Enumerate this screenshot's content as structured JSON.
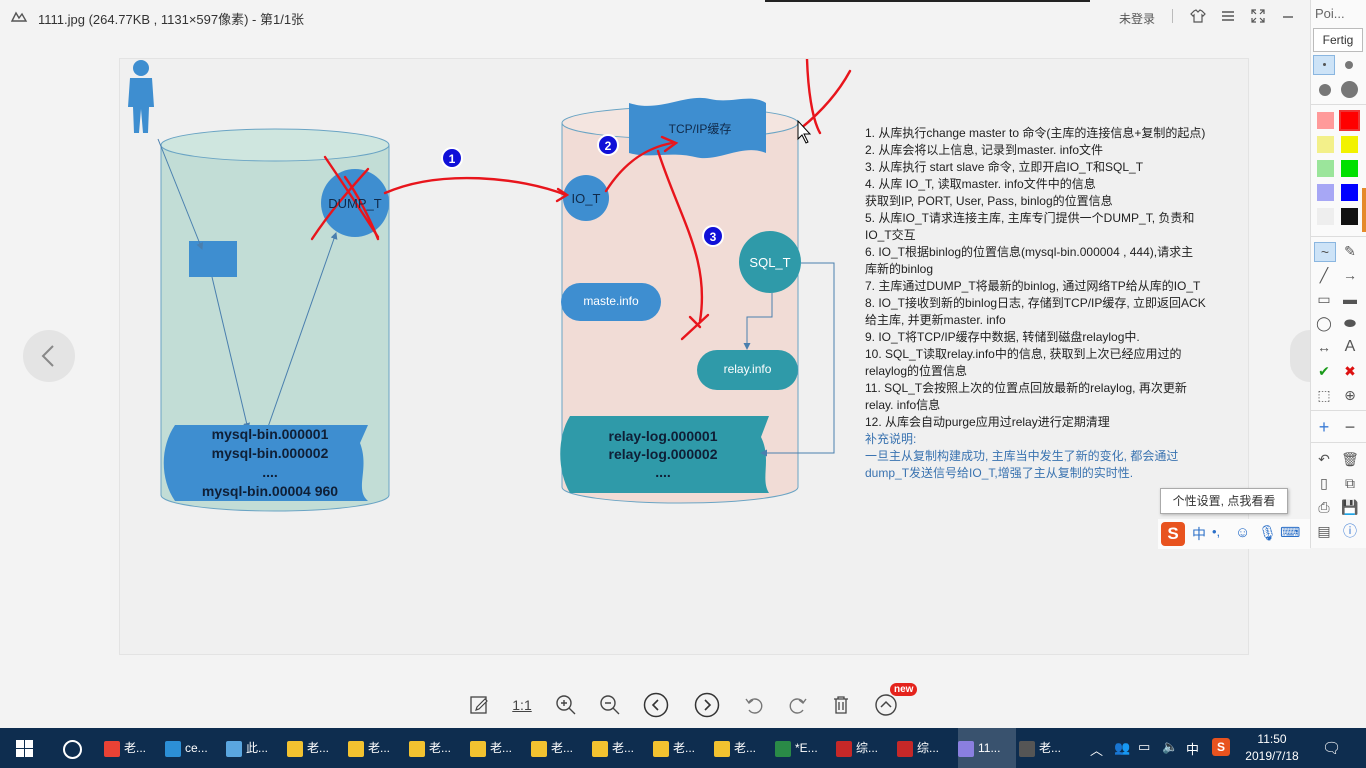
{
  "window": {
    "title": "1111.jpg (264.77KB , 1131×597像素) - 第1/1张",
    "login_label": "未登录",
    "icons": [
      "shirt-icon",
      "menu-icon",
      "fullscreen-icon",
      "minimize-icon"
    ]
  },
  "diagram": {
    "master_binlog": [
      "mysql-bin.000001",
      "mysql-bin.000002",
      "....",
      "mysql-bin.00004  960"
    ],
    "dump_thread": "DUMP_T",
    "io_thread": "IO_T",
    "tcp_cache": "TCP/IP缓存",
    "sql_thread": "SQL_T",
    "master_info": "maste.info",
    "relay_info": "relay.info",
    "relay_logs": [
      "relay-log.000001",
      "relay-log.000002",
      "...."
    ],
    "markers": [
      "1",
      "2",
      "3"
    ],
    "colors": {
      "master_body": "#c2ddd6",
      "slave_body": "#f1dcd6",
      "blue": "#3f8fd0",
      "teal": "#2f9aa9",
      "annotation": "#e8151c",
      "marker": "#1010d8"
    }
  },
  "steps": [
    "1. 从库执行change master to 命令(主库的连接信息+复制的起点)",
    "2. 从库会将以上信息, 记录到master. info文件",
    "3. 从库执行  start  slave  命令, 立即开启IO_T和SQL_T",
    "4.   从库  IO_T, 读取master. info文件中的信息",
    "获取到IP, PORT, User, Pass, binlog的位置信息",
    "5.   从库IO_T请求连接主库, 主库专门提供一个DUMP_T, 负责和",
    "IO_T交互",
    "6.   IO_T根据binlog的位置信息(mysql-bin.000004 , 444),请求主",
    "库新的binlog",
    "7. 主库通过DUMP_T将最新的binlog, 通过网络TP给从库的IO_T",
    "8.   IO_T接收到新的binlog日志, 存储到TCP/IP缓存, 立即返回ACK",
    "给主库, 并更新master. info",
    "9. IO_T将TCP/IP缓存中数据, 转储到磁盘relaylog中.",
    "10.    SQL_T读取relay.info中的信息, 获取到上次已经应用过的",
    "relaylog的位置信息",
    "11.    SQL_T会按照上次的位置点回放最新的relaylog, 再次更新",
    "relay. info信息",
    "12.    从库会自动purge应用过relay进行定期清理"
  ],
  "note": [
    "补充说明:",
    "一旦主从复制构建成功, 主库当中发生了新的变化, 都会通过",
    "dump_T发送信号给IO_T,增强了主从复制的实时性."
  ],
  "viewer_toolbar": {
    "actual_size_label": "1:1",
    "badge": "new",
    "icons": [
      "edit-icon",
      "zoom-in-icon",
      "zoom-out-icon",
      "previous-icon",
      "next-icon",
      "rotate-left-icon",
      "rotate-right-icon",
      "delete-icon",
      "upload-icon"
    ]
  },
  "paint_panel": {
    "title": "Poi...",
    "done_label": "Fertig",
    "palette": [
      "#ff9a9a",
      "#ff0000",
      "#f3f08a",
      "#f2f200",
      "#9be59b",
      "#00e000",
      "#a7a7f5",
      "#0000ff",
      "#eeeeee",
      "#111111"
    ]
  },
  "tooltip": "个性设置, 点我看看",
  "ime": {
    "lang": "中",
    "punct": "•,"
  },
  "taskbar": {
    "items": [
      {
        "label": "老...",
        "icon": "chrome-icon",
        "color": "#e94235"
      },
      {
        "label": "ce...",
        "icon": "terminal-icon",
        "color": "#2c8fd6"
      },
      {
        "label": "此...",
        "icon": "computer-icon",
        "color": "#5aa6e0"
      },
      {
        "label": "老...",
        "icon": "folder-icon",
        "color": "#f2c230"
      },
      {
        "label": "老...",
        "icon": "folder-icon",
        "color": "#f2c230"
      },
      {
        "label": "老...",
        "icon": "folder-icon",
        "color": "#f2c230"
      },
      {
        "label": "老...",
        "icon": "folder-icon",
        "color": "#f2c230"
      },
      {
        "label": "老...",
        "icon": "folder-icon",
        "color": "#f2c230"
      },
      {
        "label": "老...",
        "icon": "folder-icon",
        "color": "#f2c230"
      },
      {
        "label": "老...",
        "icon": "folder-icon",
        "color": "#f2c230"
      },
      {
        "label": "老...",
        "icon": "folder-icon",
        "color": "#f2c230"
      },
      {
        "label": "*E...",
        "icon": "excel-icon",
        "color": "#2a8a47"
      },
      {
        "label": "综...",
        "icon": "app-icon",
        "color": "#c62828"
      },
      {
        "label": "综...",
        "icon": "app-icon",
        "color": "#c62828"
      },
      {
        "label": "11...",
        "icon": "viewer-icon",
        "color": "#8a7fe0"
      },
      {
        "label": "老...",
        "icon": "game-icon",
        "color": "#555555"
      }
    ],
    "tray_lang": "中",
    "time": "11:50",
    "date": "2019/7/18"
  }
}
